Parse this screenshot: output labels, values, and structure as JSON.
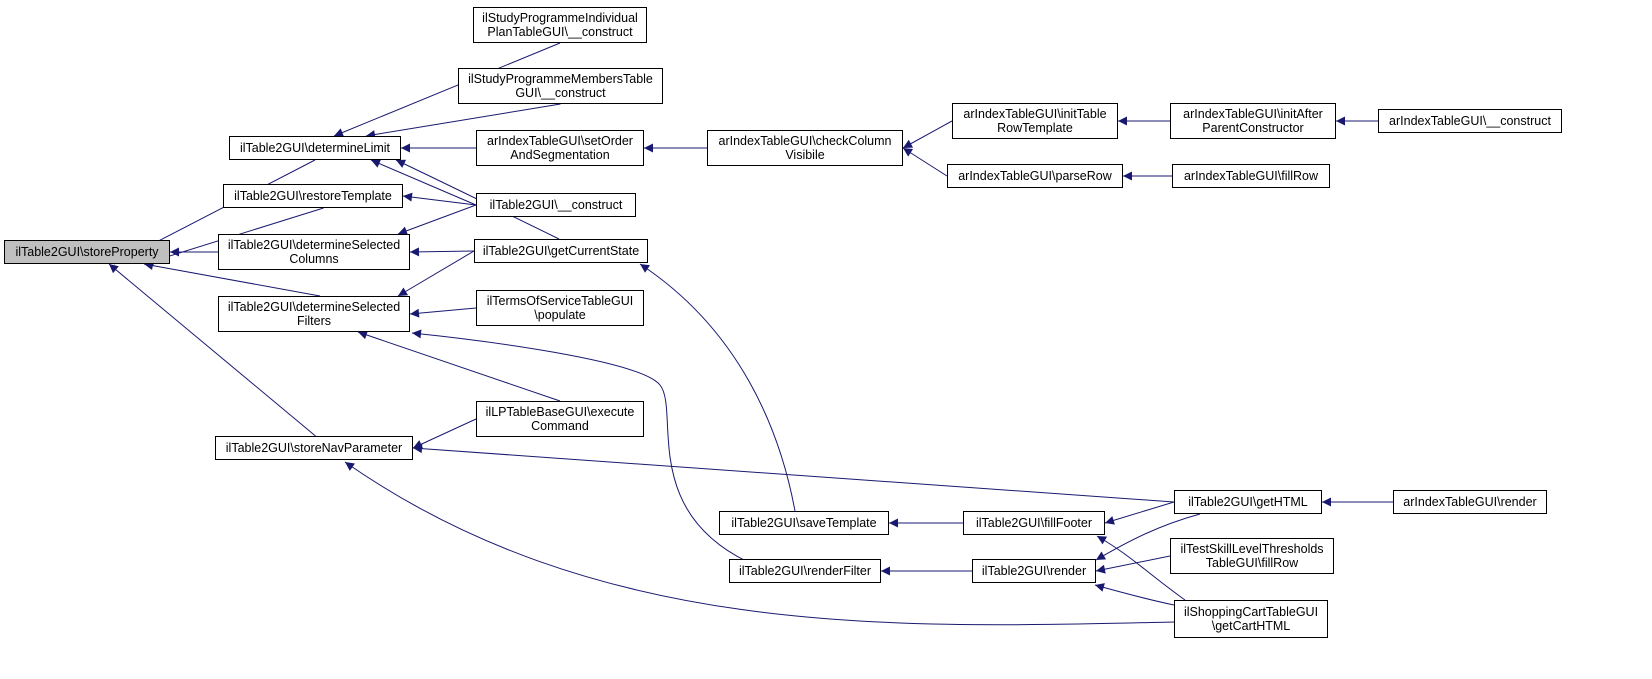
{
  "graph": {
    "edge_color": "#191970",
    "focus_fill": "#bfbfbf",
    "nodes": [
      {
        "id": "storeProperty",
        "label": "ilTable2GUI\\storeProperty",
        "focus": true
      },
      {
        "id": "determineLimit",
        "label": "ilTable2GUI\\determineLimit"
      },
      {
        "id": "restoreTemplate",
        "label": "ilTable2GUI\\restoreTemplate"
      },
      {
        "id": "determineSelectedColumns",
        "label": "ilTable2GUI\\determineSelected\nColumns"
      },
      {
        "id": "determineSelectedFilters",
        "label": "ilTable2GUI\\determineSelected\nFilters"
      },
      {
        "id": "storeNavParameter",
        "label": "ilTable2GUI\\storeNavParameter"
      },
      {
        "id": "studyIndividual",
        "label": "ilStudyProgrammeIndividual\nPlanTableGUI\\__construct"
      },
      {
        "id": "studyMembers",
        "label": "ilStudyProgrammeMembersTable\nGUI\\__construct"
      },
      {
        "id": "setOrder",
        "label": "arIndexTableGUI\\setOrder\nAndSegmentation"
      },
      {
        "id": "construct",
        "label": "ilTable2GUI\\__construct"
      },
      {
        "id": "getCurrentState",
        "label": "ilTable2GUI\\getCurrentState"
      },
      {
        "id": "termsPopulate",
        "label": "ilTermsOfServiceTableGUI\n\\populate"
      },
      {
        "id": "lpExecute",
        "label": "ilLPTableBaseGUI\\execute\nCommand"
      },
      {
        "id": "checkColumn",
        "label": "arIndexTableGUI\\checkColumn\nVisibile"
      },
      {
        "id": "initTableRow",
        "label": "arIndexTableGUI\\initTable\nRowTemplate"
      },
      {
        "id": "parseRow",
        "label": "arIndexTableGUI\\parseRow"
      },
      {
        "id": "initAfter",
        "label": "arIndexTableGUI\\initAfter\nParentConstructor"
      },
      {
        "id": "fillRowAr",
        "label": "arIndexTableGUI\\fillRow"
      },
      {
        "id": "arConstruct",
        "label": "arIndexTableGUI\\__construct"
      },
      {
        "id": "saveTemplate",
        "label": "ilTable2GUI\\saveTemplate"
      },
      {
        "id": "renderFilter",
        "label": "ilTable2GUI\\renderFilter"
      },
      {
        "id": "fillFooter",
        "label": "ilTable2GUI\\fillFooter"
      },
      {
        "id": "render",
        "label": "ilTable2GUI\\render"
      },
      {
        "id": "getHTML",
        "label": "ilTable2GUI\\getHTML"
      },
      {
        "id": "testSkill",
        "label": "ilTestSkillLevelThresholds\nTableGUI\\fillRow"
      },
      {
        "id": "shoppingCart",
        "label": "ilShoppingCartTableGUI\n\\getCartHTML"
      },
      {
        "id": "arRender",
        "label": "arIndexTableGUI\\render"
      }
    ],
    "edges": [
      {
        "from": "determineLimit",
        "to": "storeProperty"
      },
      {
        "from": "restoreTemplate",
        "to": "storeProperty"
      },
      {
        "from": "determineSelectedColumns",
        "to": "storeProperty"
      },
      {
        "from": "determineSelectedFilters",
        "to": "storeProperty"
      },
      {
        "from": "storeNavParameter",
        "to": "storeProperty"
      },
      {
        "from": "studyIndividual",
        "to": "determineLimit"
      },
      {
        "from": "studyMembers",
        "to": "determineLimit"
      },
      {
        "from": "setOrder",
        "to": "determineLimit"
      },
      {
        "from": "construct",
        "to": "determineLimit"
      },
      {
        "from": "getCurrentState",
        "to": "determineLimit"
      },
      {
        "from": "construct",
        "to": "restoreTemplate"
      },
      {
        "from": "construct",
        "to": "determineSelectedColumns"
      },
      {
        "from": "getCurrentState",
        "to": "determineSelectedColumns"
      },
      {
        "from": "getCurrentState",
        "to": "determineSelectedFilters"
      },
      {
        "from": "termsPopulate",
        "to": "determineSelectedFilters"
      },
      {
        "from": "lpExecute",
        "to": "determineSelectedFilters"
      },
      {
        "from": "renderFilter",
        "to": "determineSelectedFilters"
      },
      {
        "from": "lpExecute",
        "to": "storeNavParameter"
      },
      {
        "from": "getHTML",
        "to": "storeNavParameter"
      },
      {
        "from": "shoppingCart",
        "to": "storeNavParameter"
      },
      {
        "from": "checkColumn",
        "to": "setOrder"
      },
      {
        "from": "initTableRow",
        "to": "checkColumn"
      },
      {
        "from": "parseRow",
        "to": "checkColumn"
      },
      {
        "from": "initAfter",
        "to": "initTableRow"
      },
      {
        "from": "arConstruct",
        "to": "initAfter"
      },
      {
        "from": "fillRowAr",
        "to": "parseRow"
      },
      {
        "from": "saveTemplate",
        "to": "getCurrentState"
      },
      {
        "from": "fillFooter",
        "to": "saveTemplate"
      },
      {
        "from": "render",
        "to": "renderFilter"
      },
      {
        "from": "getHTML",
        "to": "fillFooter"
      },
      {
        "from": "shoppingCart",
        "to": "fillFooter"
      },
      {
        "from": "getHTML",
        "to": "render"
      },
      {
        "from": "testSkill",
        "to": "render"
      },
      {
        "from": "shoppingCart",
        "to": "render"
      },
      {
        "from": "arRender",
        "to": "getHTML"
      }
    ]
  }
}
